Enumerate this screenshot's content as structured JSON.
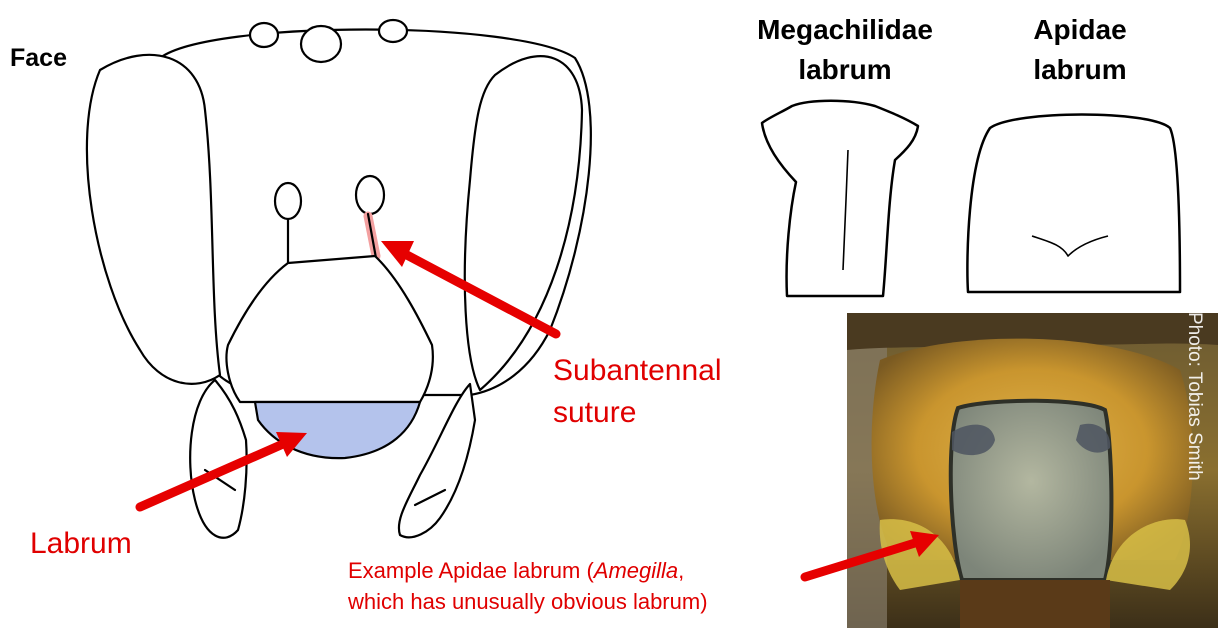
{
  "face_title": "Face",
  "megachilidae_heading": [
    "Megachilidae",
    "labrum"
  ],
  "apidae_heading": [
    "Apidae",
    "labrum"
  ],
  "subantennal_label": [
    "Subantennal",
    "suture"
  ],
  "labrum_label": "Labrum",
  "example_label": {
    "line1_before": "Example Apidae labrum (",
    "line1_italic": "Amegilla",
    "line1_after": ",",
    "line2": "which has unusually obvious labrum)"
  },
  "photo_credit": "Photo: Tobias Smith",
  "colors": {
    "annotation_red": "#e60000",
    "labrum_fill": "#b4c3ec",
    "suture_highlight": "#f3a0a0",
    "outline": "#000000"
  }
}
